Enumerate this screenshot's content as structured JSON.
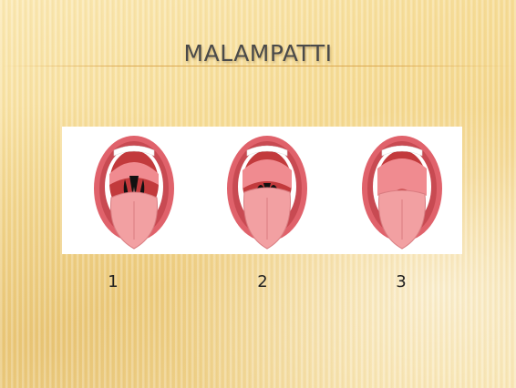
{
  "slide": {
    "title": "MALAMPATTI",
    "classes": [
      {
        "label": "1",
        "icon": "mallampati-class-1-mouth-icon"
      },
      {
        "label": "2",
        "icon": "mallampati-class-2-mouth-icon"
      },
      {
        "label": "3",
        "icon": "mallampati-class-3-mouth-icon"
      }
    ]
  },
  "colors": {
    "background": "#f6dc96",
    "title_text": "#4a4a4a",
    "lip": "#e0626b",
    "tongue": "#f2a0a2",
    "throat": "#c23a3c"
  }
}
